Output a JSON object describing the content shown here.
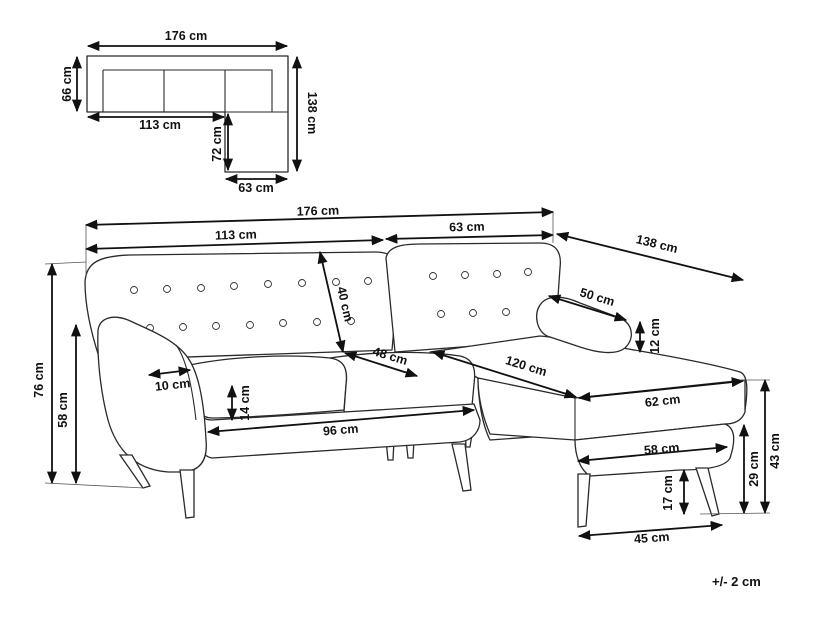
{
  "plan_view": {
    "total_width": "176 cm",
    "depth": "66 cm",
    "sofa_width": "113 cm",
    "chaise_extra": "72 cm",
    "chaise_width": "63 cm",
    "chaise_length": "138 cm"
  },
  "front_view": {
    "total_width": "176 cm",
    "sofa_width": "113 cm",
    "chaise_width": "63 cm",
    "chaise_length": "138 cm",
    "total_height": "76 cm",
    "arm_height": "58 cm",
    "backrest_height": "40 cm",
    "seat_depth": "48 cm",
    "arm_width": "10 cm",
    "cushion_thickness": "14 cm",
    "seat_width": "96 cm",
    "pillow_width": "50 cm",
    "pillow_height": "12 cm",
    "chaise_seat_depth": "120 cm",
    "chaise_front_width": "62 cm",
    "chaise_base_width": "58 cm",
    "chaise_height": "43 cm",
    "seat_height": "29 cm",
    "leg_height": "17 cm",
    "leg_spacing": "45 cm"
  },
  "tolerance": "+/- 2 cm"
}
